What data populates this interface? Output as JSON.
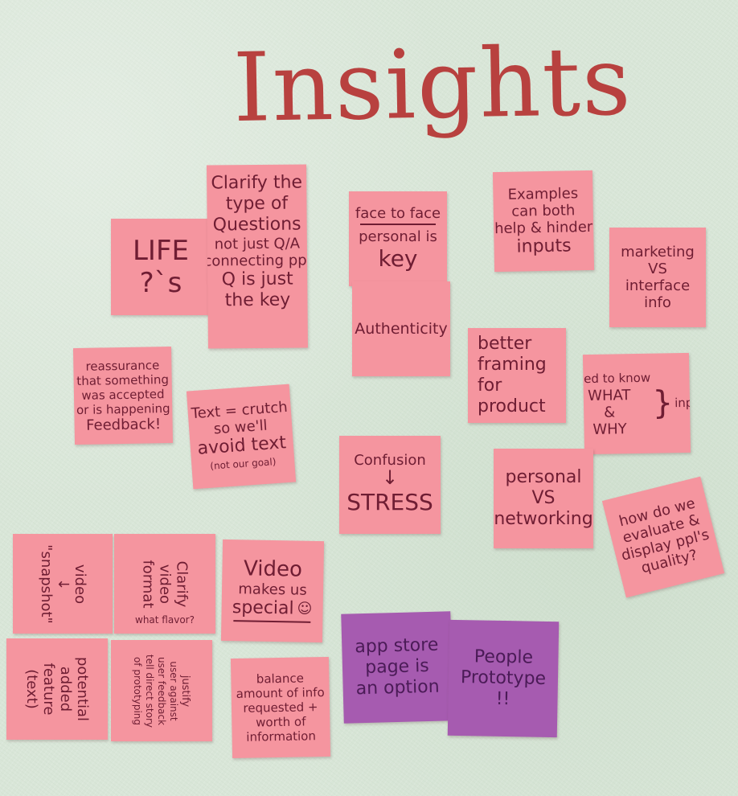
{
  "title": "Insights",
  "notes": {
    "life": {
      "line1": "LIFE",
      "line2": "?`s"
    },
    "clarify_questions": [
      "Clarify the",
      "type of",
      "Questions",
      "not just Q/A",
      "connecting ppl",
      "Q is just",
      "the key"
    ],
    "face_to_face": {
      "line1": "face to face",
      "line2": "personal is",
      "line3": "key"
    },
    "authenticity": "Authenticity",
    "examples": [
      "Examples",
      "can both",
      "help & hinder",
      "inputs"
    ],
    "marketing": [
      "marketing",
      "VS",
      "interface",
      "info"
    ],
    "reassurance": [
      "reassurance",
      "that something",
      "was accepted",
      "or is happening",
      "Feedback!"
    ],
    "text_crutch": [
      "Text = crutch",
      "so we'll",
      "avoid text",
      "(not our goal)"
    ],
    "better_framing": [
      "better",
      "framing",
      "for",
      "product"
    ],
    "need_to_know": {
      "line1": "Need to know",
      "line2": "WHAT",
      "line3": "&",
      "line4": "WHY",
      "side": "input"
    },
    "confusion": {
      "line1": "Confusion",
      "arrow": "↓",
      "line2": "STRESS"
    },
    "personal_vs": [
      "personal",
      "VS",
      "networking"
    ],
    "evaluate": [
      "how do we",
      "evaluate &",
      "display ppl's",
      "quality?"
    ],
    "video_snapshot": [
      "video",
      "↓",
      "\"snapshot\""
    ],
    "clarify_video": [
      "Clarify",
      "video",
      "format",
      "what flavor?"
    ],
    "video_special": {
      "line1": "Video",
      "line2": "makes us",
      "line3": "special",
      "smile": "☺"
    },
    "potential": [
      "potential",
      "added",
      "feature",
      "(text)"
    ],
    "justify": [
      "justify",
      "user against",
      "user feedback",
      "tell direct story",
      "of prototyping"
    ],
    "balance": [
      "balance",
      "amount of info",
      "requested +",
      "worth of",
      "information"
    ],
    "app_store": [
      "app store",
      "page is",
      "an option"
    ],
    "people_prototype": [
      "People",
      "Prototype",
      "!!"
    ]
  },
  "colors": {
    "pink_note": "#f5959f",
    "purple_note": "#a65bb0",
    "ink": "#6f1d33",
    "title_ink": "#b8413f",
    "paper": "#d9e6d8"
  }
}
